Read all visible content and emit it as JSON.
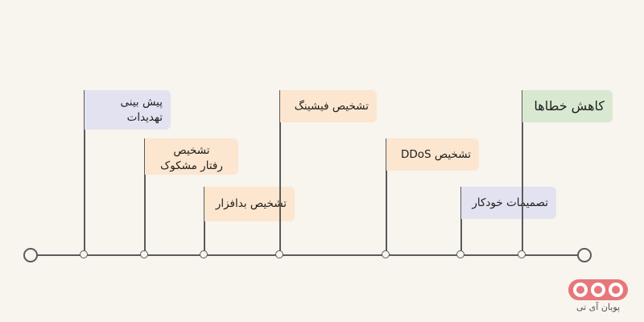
{
  "timeline": {
    "items": [
      {
        "label": "پیش بینی\nتهدیدات",
        "tone": "purple"
      },
      {
        "label": "تشخیص\nرفتار مشکوک",
        "tone": "orange"
      },
      {
        "label": "تشخیص بدافزار",
        "tone": "orange"
      },
      {
        "label": "تشخیص فیشینگ",
        "tone": "orange"
      },
      {
        "label": "تشخیص DDoS",
        "tone": "orange"
      },
      {
        "label": "تصمیمات خودکار",
        "tone": "purple"
      },
      {
        "label": "کاهش خطاها",
        "tone": "green"
      }
    ]
  },
  "logo": {
    "text": "پویان آی تی"
  },
  "colors": {
    "purple": "#e3e2f1",
    "orange": "#fce6cf",
    "green": "#d9e8d1",
    "line": "#5b5b5b",
    "logo": "#e7777a"
  }
}
